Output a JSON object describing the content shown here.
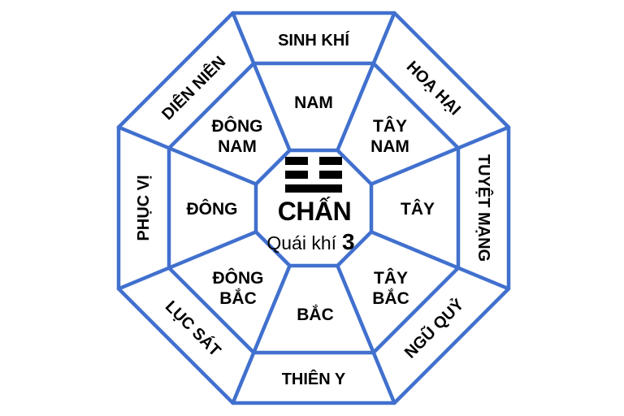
{
  "diagram": {
    "background": "#FFFFFF",
    "line_color": "#4170CE",
    "text_color": "#000000",
    "number_color": "#FF0000",
    "center": {
      "trigram_symbol": "☳",
      "name": "CHẤN",
      "energy_label": "Quái khí",
      "energy_number": "3"
    },
    "outer_ring": [
      {
        "label": "SINH KHÍ",
        "position": "top"
      },
      {
        "label": "HOẠ HẠI",
        "position": "top-right"
      },
      {
        "label": "TUYỆT MẠNG",
        "position": "right"
      },
      {
        "label": "NGŨ QUỶ",
        "position": "bottom-right"
      },
      {
        "label": "THIÊN Y",
        "position": "bottom"
      },
      {
        "label": "LỤC SÁT",
        "position": "bottom-left"
      },
      {
        "label": "PHỤC VỊ",
        "position": "left"
      },
      {
        "label": "DIÊN NIÊN",
        "position": "top-left"
      }
    ],
    "direction_ring": [
      {
        "label": "NAM",
        "lines": [
          "NAM"
        ],
        "position": "top"
      },
      {
        "label": "TÂY NAM",
        "lines": [
          "TÂY",
          "NAM"
        ],
        "position": "top-right"
      },
      {
        "label": "TÂY",
        "lines": [
          "TÂY"
        ],
        "position": "right"
      },
      {
        "label": "TÂY BẮC",
        "lines": [
          "TÂY",
          "BẮC"
        ],
        "position": "bottom-right"
      },
      {
        "label": "BẮC",
        "lines": [
          "BẮC"
        ],
        "position": "bottom"
      },
      {
        "label": "ĐÔNG BẮC",
        "lines": [
          "ĐÔNG",
          "BẮC"
        ],
        "position": "bottom-left"
      },
      {
        "label": "ĐÔNG",
        "lines": [
          "ĐÔNG"
        ],
        "position": "left"
      },
      {
        "label": "ĐÔNG NAM",
        "lines": [
          "ĐÔNG",
          "NAM"
        ],
        "position": "top-left"
      }
    ]
  }
}
